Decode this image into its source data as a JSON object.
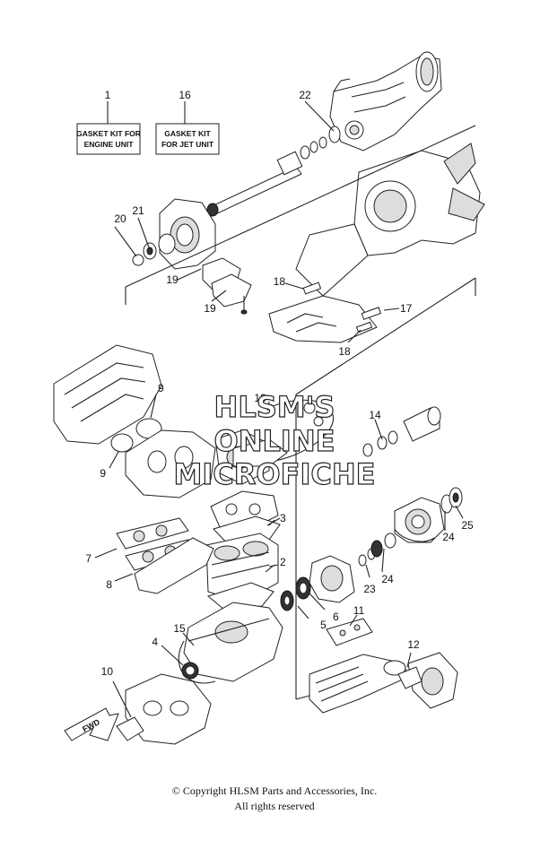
{
  "kits": [
    {
      "number": "1",
      "line1": "GASKET KIT FOR",
      "line2": "ENGINE UNIT"
    },
    {
      "number": "16",
      "line1": "GASKET KIT",
      "line2": "FOR JET UNIT"
    }
  ],
  "callouts": [
    "2",
    "3",
    "4",
    "5",
    "6",
    "7",
    "8",
    "9",
    "9",
    "10",
    "11",
    "12",
    "13",
    "14",
    "15",
    "17",
    "18",
    "18",
    "19",
    "19",
    "20",
    "21",
    "22",
    "23",
    "24",
    "24",
    "25"
  ],
  "watermark": [
    "HLSM'S",
    "ONLINE",
    "MICROFICHE"
  ],
  "fwd_label": "FWD",
  "copyright": {
    "line1": "© Copyright HLSM Parts and Accessories, Inc.",
    "line2": "All rights reserved"
  }
}
